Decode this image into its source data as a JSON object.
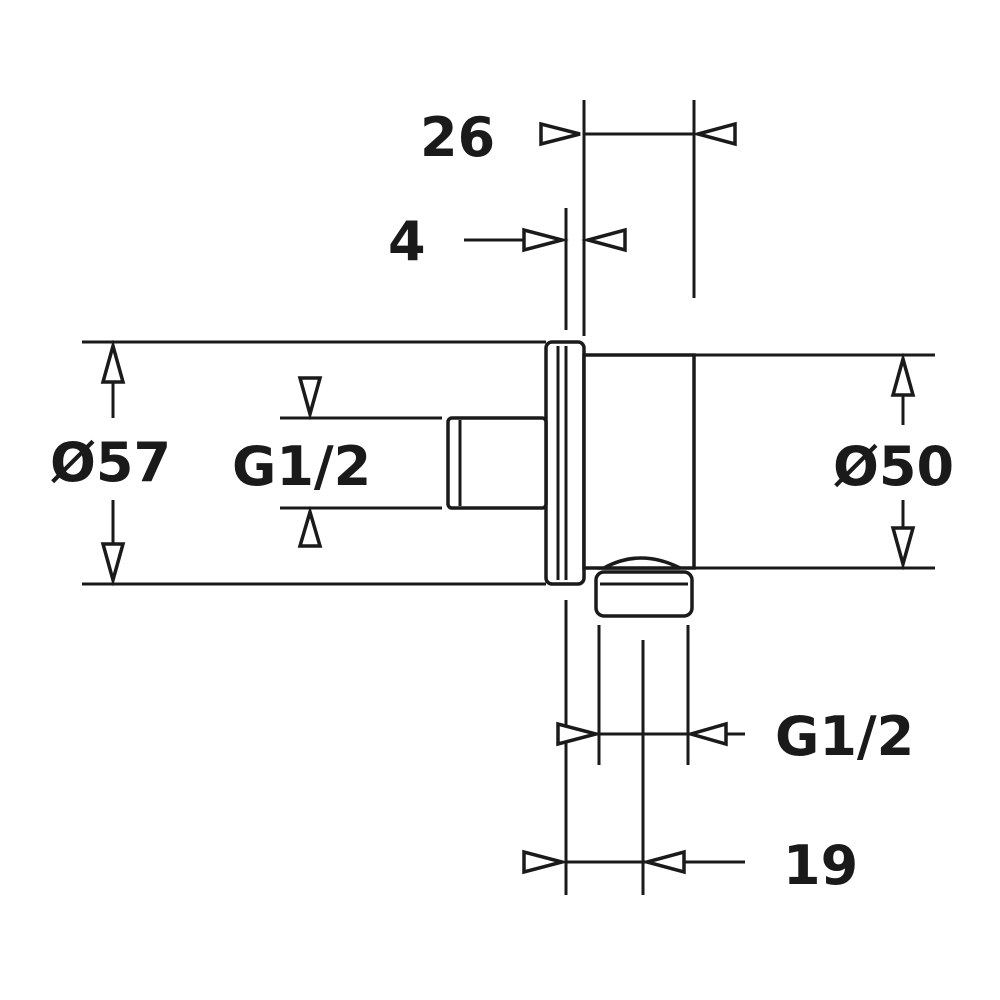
{
  "drawing": {
    "line_color": "#1a1a1a",
    "background": "#ffffff",
    "dimensions": {
      "width_26": "26",
      "width_4": "4",
      "diameter_57": "Ø57",
      "thread_inlet": "G1/2",
      "diameter_50": "Ø50",
      "thread_outlet": "G1/2",
      "offset_19": "19"
    }
  }
}
